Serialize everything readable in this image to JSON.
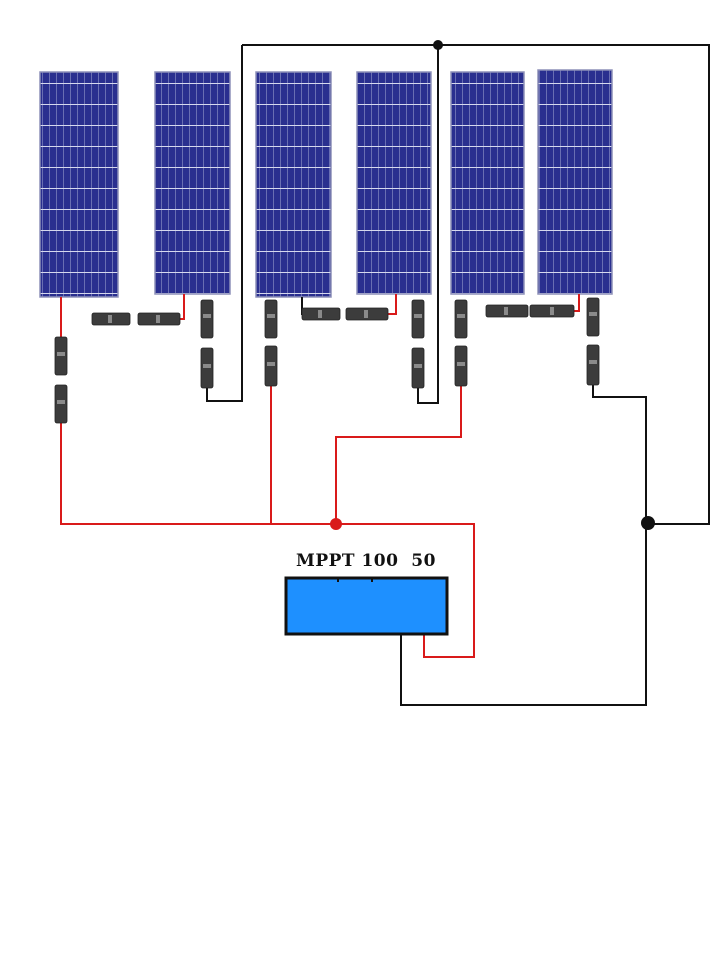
{
  "controller": {
    "label": "MPPT 100  50",
    "color": "#1e90ff",
    "border_color": "#111111"
  },
  "colors": {
    "positive_wire": "#d91a1a",
    "negative_wire": "#111111",
    "panel_cell": "#2a2f8f",
    "panel_grid": "#c9cce6",
    "connector": "#3c3c3c"
  },
  "panels": [
    {
      "id": "panel-1"
    },
    {
      "id": "panel-2"
    },
    {
      "id": "panel-3"
    },
    {
      "id": "panel-4"
    },
    {
      "id": "panel-5"
    },
    {
      "id": "panel-6"
    }
  ],
  "connections": {
    "strings": 3,
    "panels_per_string": 2
  }
}
